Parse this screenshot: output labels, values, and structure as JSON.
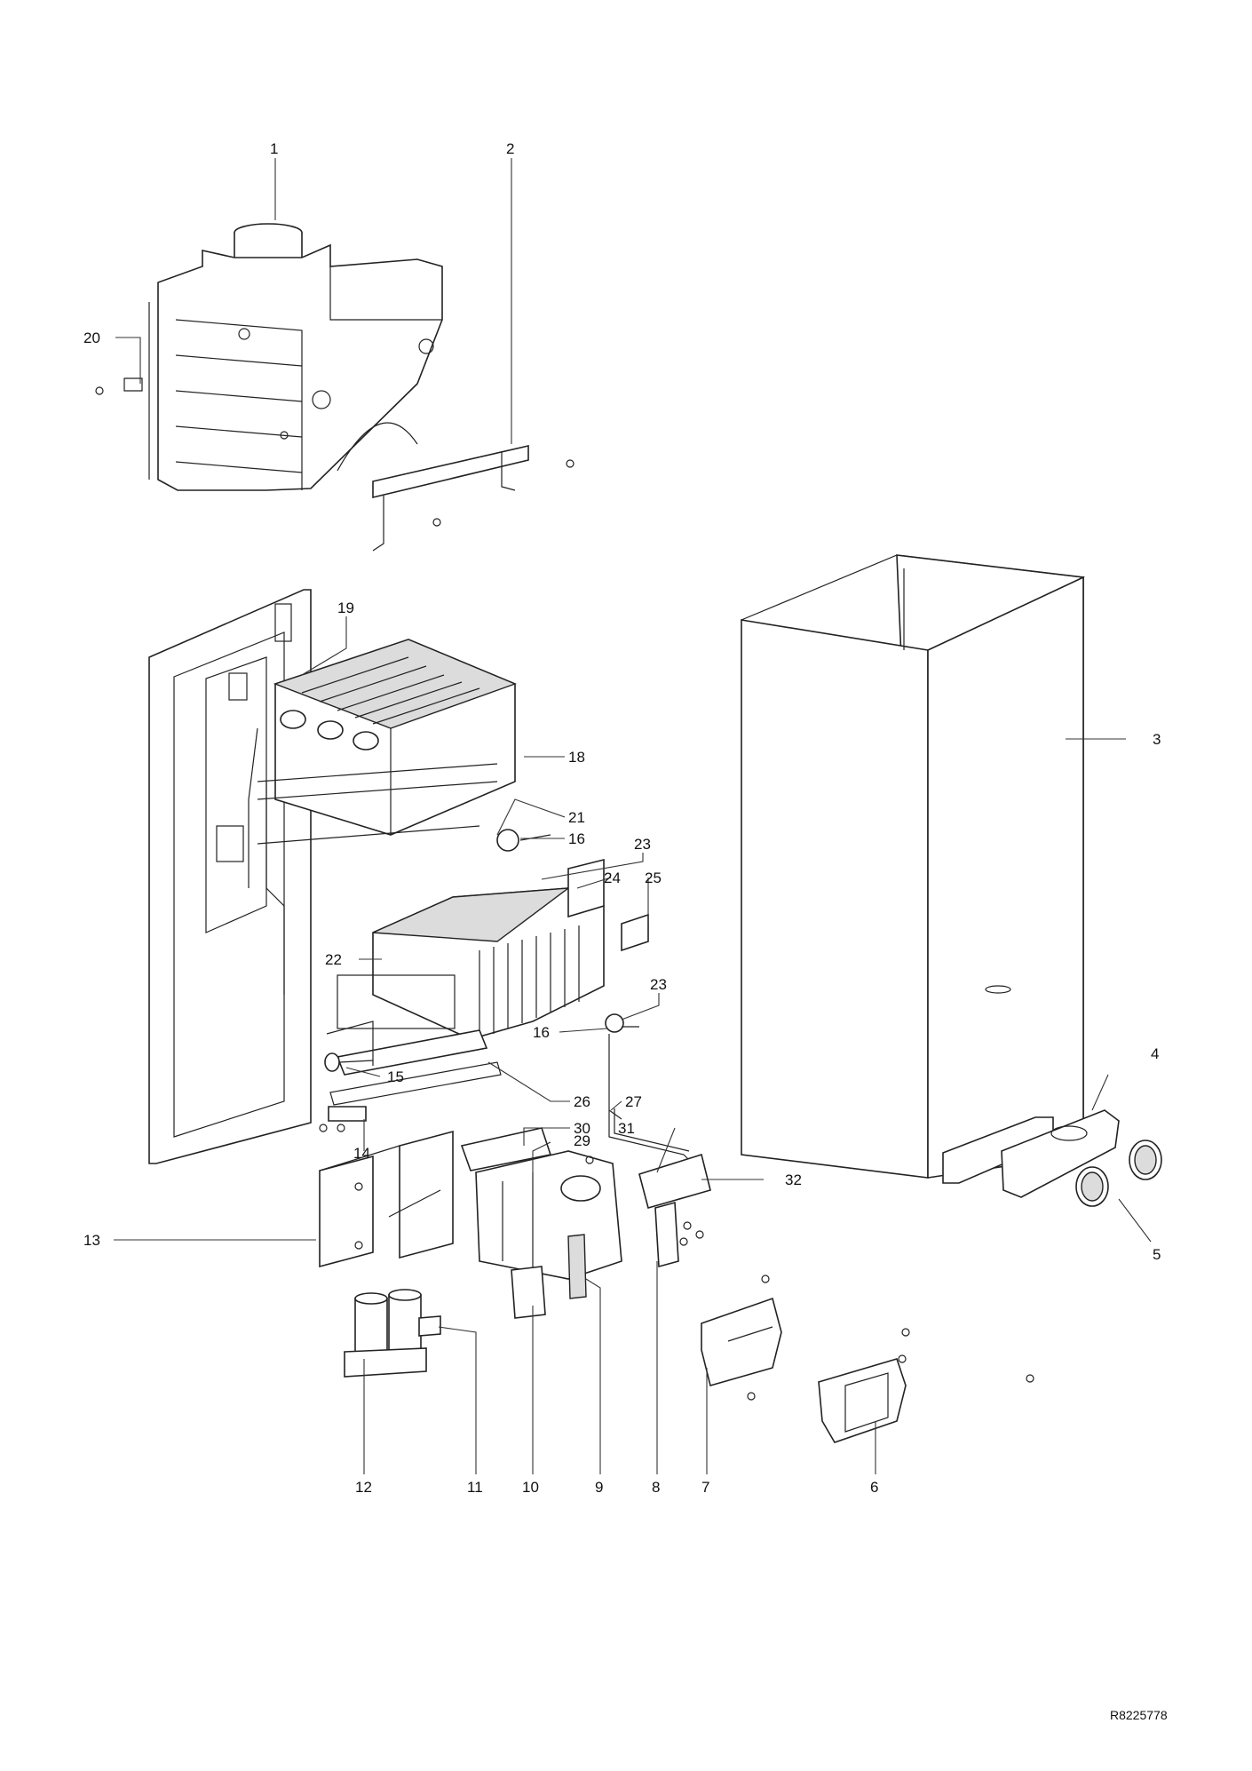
{
  "diagram": {
    "callouts": [
      "1",
      "2",
      "3",
      "4",
      "5",
      "6",
      "7",
      "8",
      "9",
      "10",
      "11",
      "12",
      "13",
      "14",
      "15",
      "16",
      "16",
      "18",
      "19",
      "20",
      "21",
      "22",
      "23",
      "23",
      "24",
      "25",
      "26",
      "27",
      "29",
      "30",
      "31",
      "32"
    ],
    "reference_code": "R8225778"
  }
}
